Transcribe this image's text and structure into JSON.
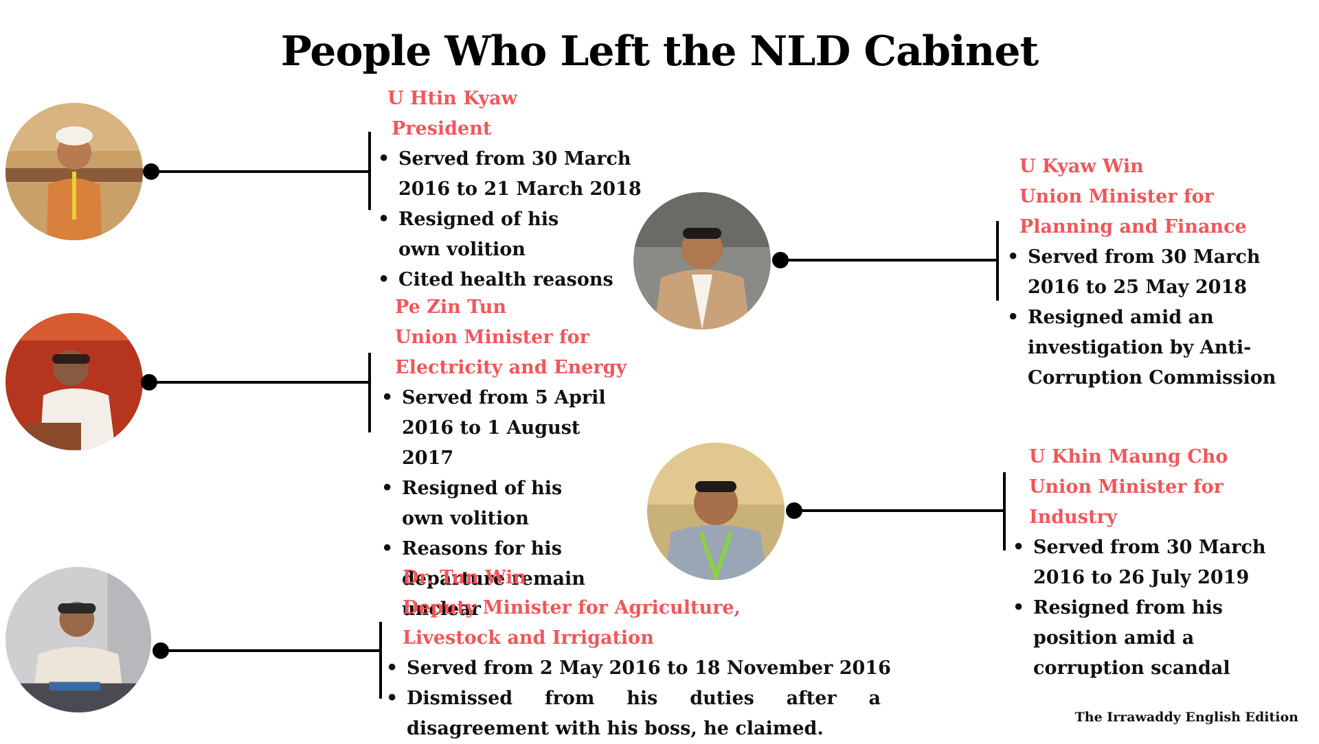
{
  "title": "People Who Left the NLD Cabinet",
  "credit": "The Irrawaddy English Edition",
  "accent_color": "#f0575a",
  "people": [
    {
      "name": "U Htin Kyaw",
      "role": "President",
      "bullets": [
        "Served from 30 March 2016 to 21 March 2018",
        "Resigned of his own volition",
        "Cited health reasons"
      ]
    },
    {
      "name": "Pe Zin Tun",
      "role": "Union Minister for Electricity and Energy",
      "bullets": [
        "Served from 5 April 2016 to 1 August 2017",
        "Resigned  of his own volition",
        "Reasons for his departure remain unclear"
      ]
    },
    {
      "name": "Dr. Tun Win",
      "role": "Deputy Minister for Agriculture, Livestock and Irrigation",
      "bullets": [
        "Served from 2 May 2016 to 18 November 2016",
        "Dismissed from his duties after a disagreement with his boss, he claimed."
      ]
    },
    {
      "name": "U Kyaw Win",
      "role": "Union Minister for Planning and Finance",
      "bullets": [
        "Served from 30 March 2016 to 25 May 2018",
        "Resigned amid an investigation by Anti-Corruption Commission"
      ]
    },
    {
      "name": "U Khin Maung Cho",
      "role": "Union Minister for Industry",
      "bullets": [
        "Served from 30 March 2016 to 26 July 2019",
        "Resigned from his position amid a corruption scandal"
      ]
    }
  ]
}
